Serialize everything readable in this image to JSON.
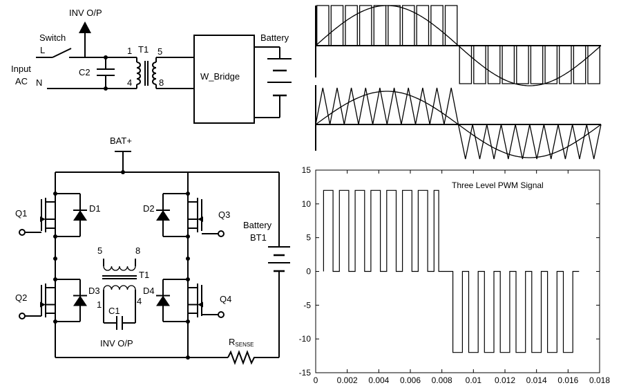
{
  "block_diagram": {
    "inv_op": "INV O/P",
    "switch": "Switch",
    "switch_l": "L",
    "input": "Input",
    "ac": "AC",
    "n": "N",
    "c2": "C2",
    "pin1": "1",
    "pin4": "4",
    "t1": "T1",
    "pin5": "5",
    "pin8": "8",
    "w_bridge": "W_Bridge",
    "battery": "Battery"
  },
  "bridge": {
    "bat_plus": "BAT+",
    "q1": "Q1",
    "d1": "D1",
    "d2": "D2",
    "q3": "Q3",
    "q2": "Q2",
    "d3": "D3",
    "d4": "D4",
    "q4": "Q4",
    "pin5": "5",
    "pin8": "8",
    "t1": "T1",
    "pin1": "1",
    "pin4": "4",
    "c1": "C1",
    "inv_op": "INV O/P",
    "battery": "Battery",
    "bt1": "BT1",
    "rsense_r": "R",
    "rsense_sub": "SENSE"
  },
  "chart_data": {
    "type": "line",
    "title": "Three Level PWM Signal",
    "xlabel": "",
    "ylabel": "",
    "xlim": [
      0,
      0.018
    ],
    "ylim": [
      -15,
      15
    ],
    "xticks": [
      "0",
      "0.002",
      "0.004",
      "0.006",
      "0.008",
      "0.01",
      "0.012",
      "0.014",
      "0.016",
      "0.018"
    ],
    "yticks": [
      "15",
      "10",
      "5",
      "0",
      "-5",
      "-10",
      "-15"
    ],
    "levels": [
      12,
      0,
      -12
    ],
    "positive_pulses": [
      [
        0.0005,
        0.0011
      ],
      [
        0.0015,
        0.0021
      ],
      [
        0.0025,
        0.0031
      ],
      [
        0.0035,
        0.0041
      ],
      [
        0.0045,
        0.0051
      ],
      [
        0.0055,
        0.0061
      ],
      [
        0.0065,
        0.0071
      ],
      [
        0.0075,
        0.0078
      ]
    ],
    "negative_pulses": [
      [
        0.0087,
        0.0093
      ],
      [
        0.0097,
        0.0103
      ],
      [
        0.0107,
        0.0113
      ],
      [
        0.0117,
        0.0123
      ],
      [
        0.0127,
        0.0133
      ],
      [
        0.0137,
        0.0143
      ],
      [
        0.0147,
        0.0153
      ],
      [
        0.0157,
        0.0163
      ]
    ],
    "x_end": 0.0167
  }
}
